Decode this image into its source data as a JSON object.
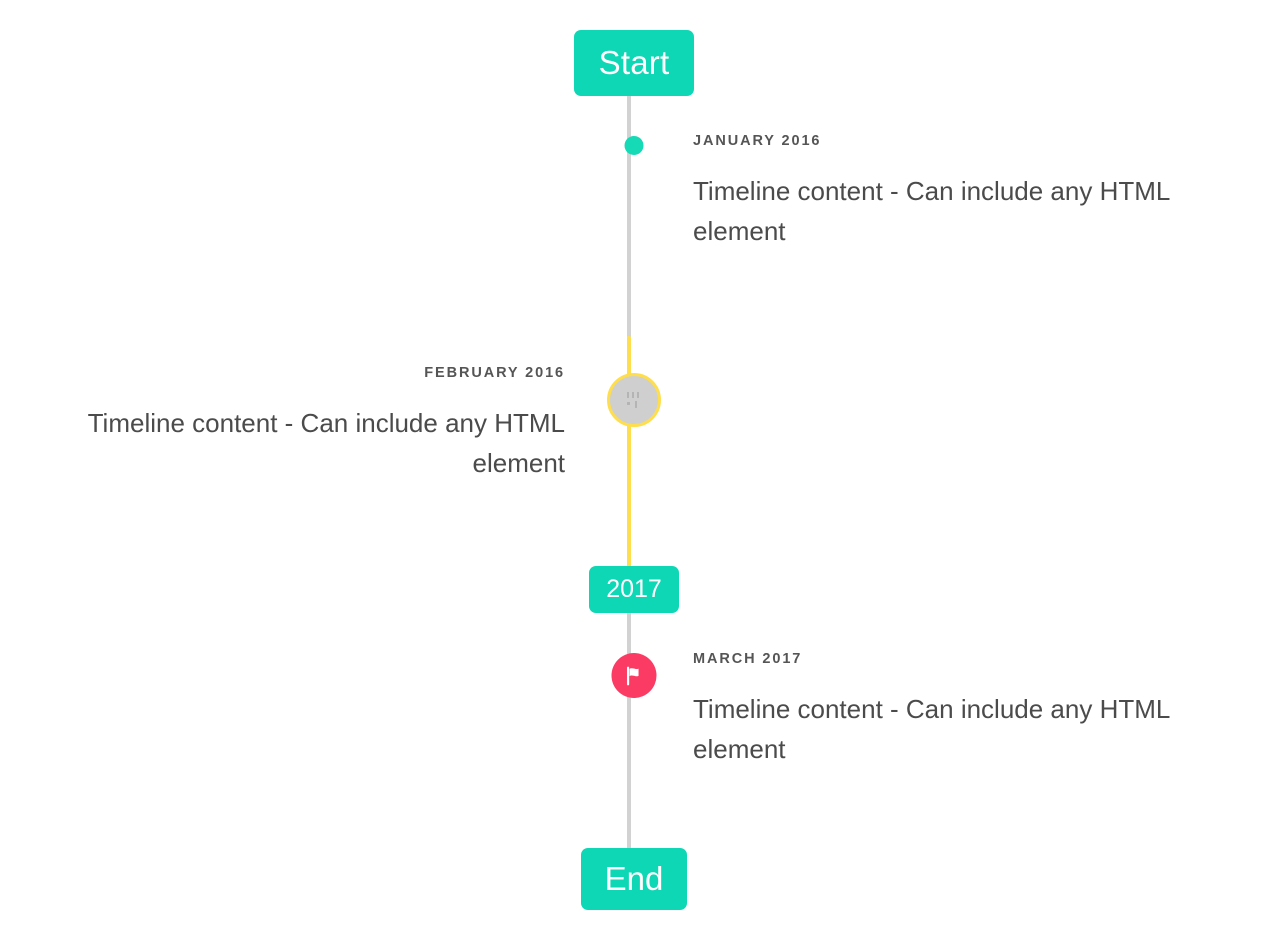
{
  "timeline": {
    "axis_color_default": "#d2d2d2",
    "axis_color_highlight": "#ffde4d",
    "accent_color": "#0ed7b5",
    "marker_dot_color": "#16d9b6",
    "marker_flag_color": "#fb3b64",
    "marker_ring_fill": "#cfcfcf",
    "caps": {
      "start": "Start",
      "middle": "2017",
      "end": "End"
    },
    "entries": [
      {
        "date": "JANUARY 2016",
        "content": "Timeline content - Can include any HTML element",
        "side": "right",
        "marker": "dot-icon"
      },
      {
        "date": "FEBRUARY 2016",
        "content": "Timeline content - Can include any HTML element",
        "side": "left",
        "marker": "broken-image-icon"
      },
      {
        "date": "MARCH 2017",
        "content": "Timeline content - Can include any HTML element",
        "side": "right",
        "marker": "flag-icon"
      }
    ]
  }
}
